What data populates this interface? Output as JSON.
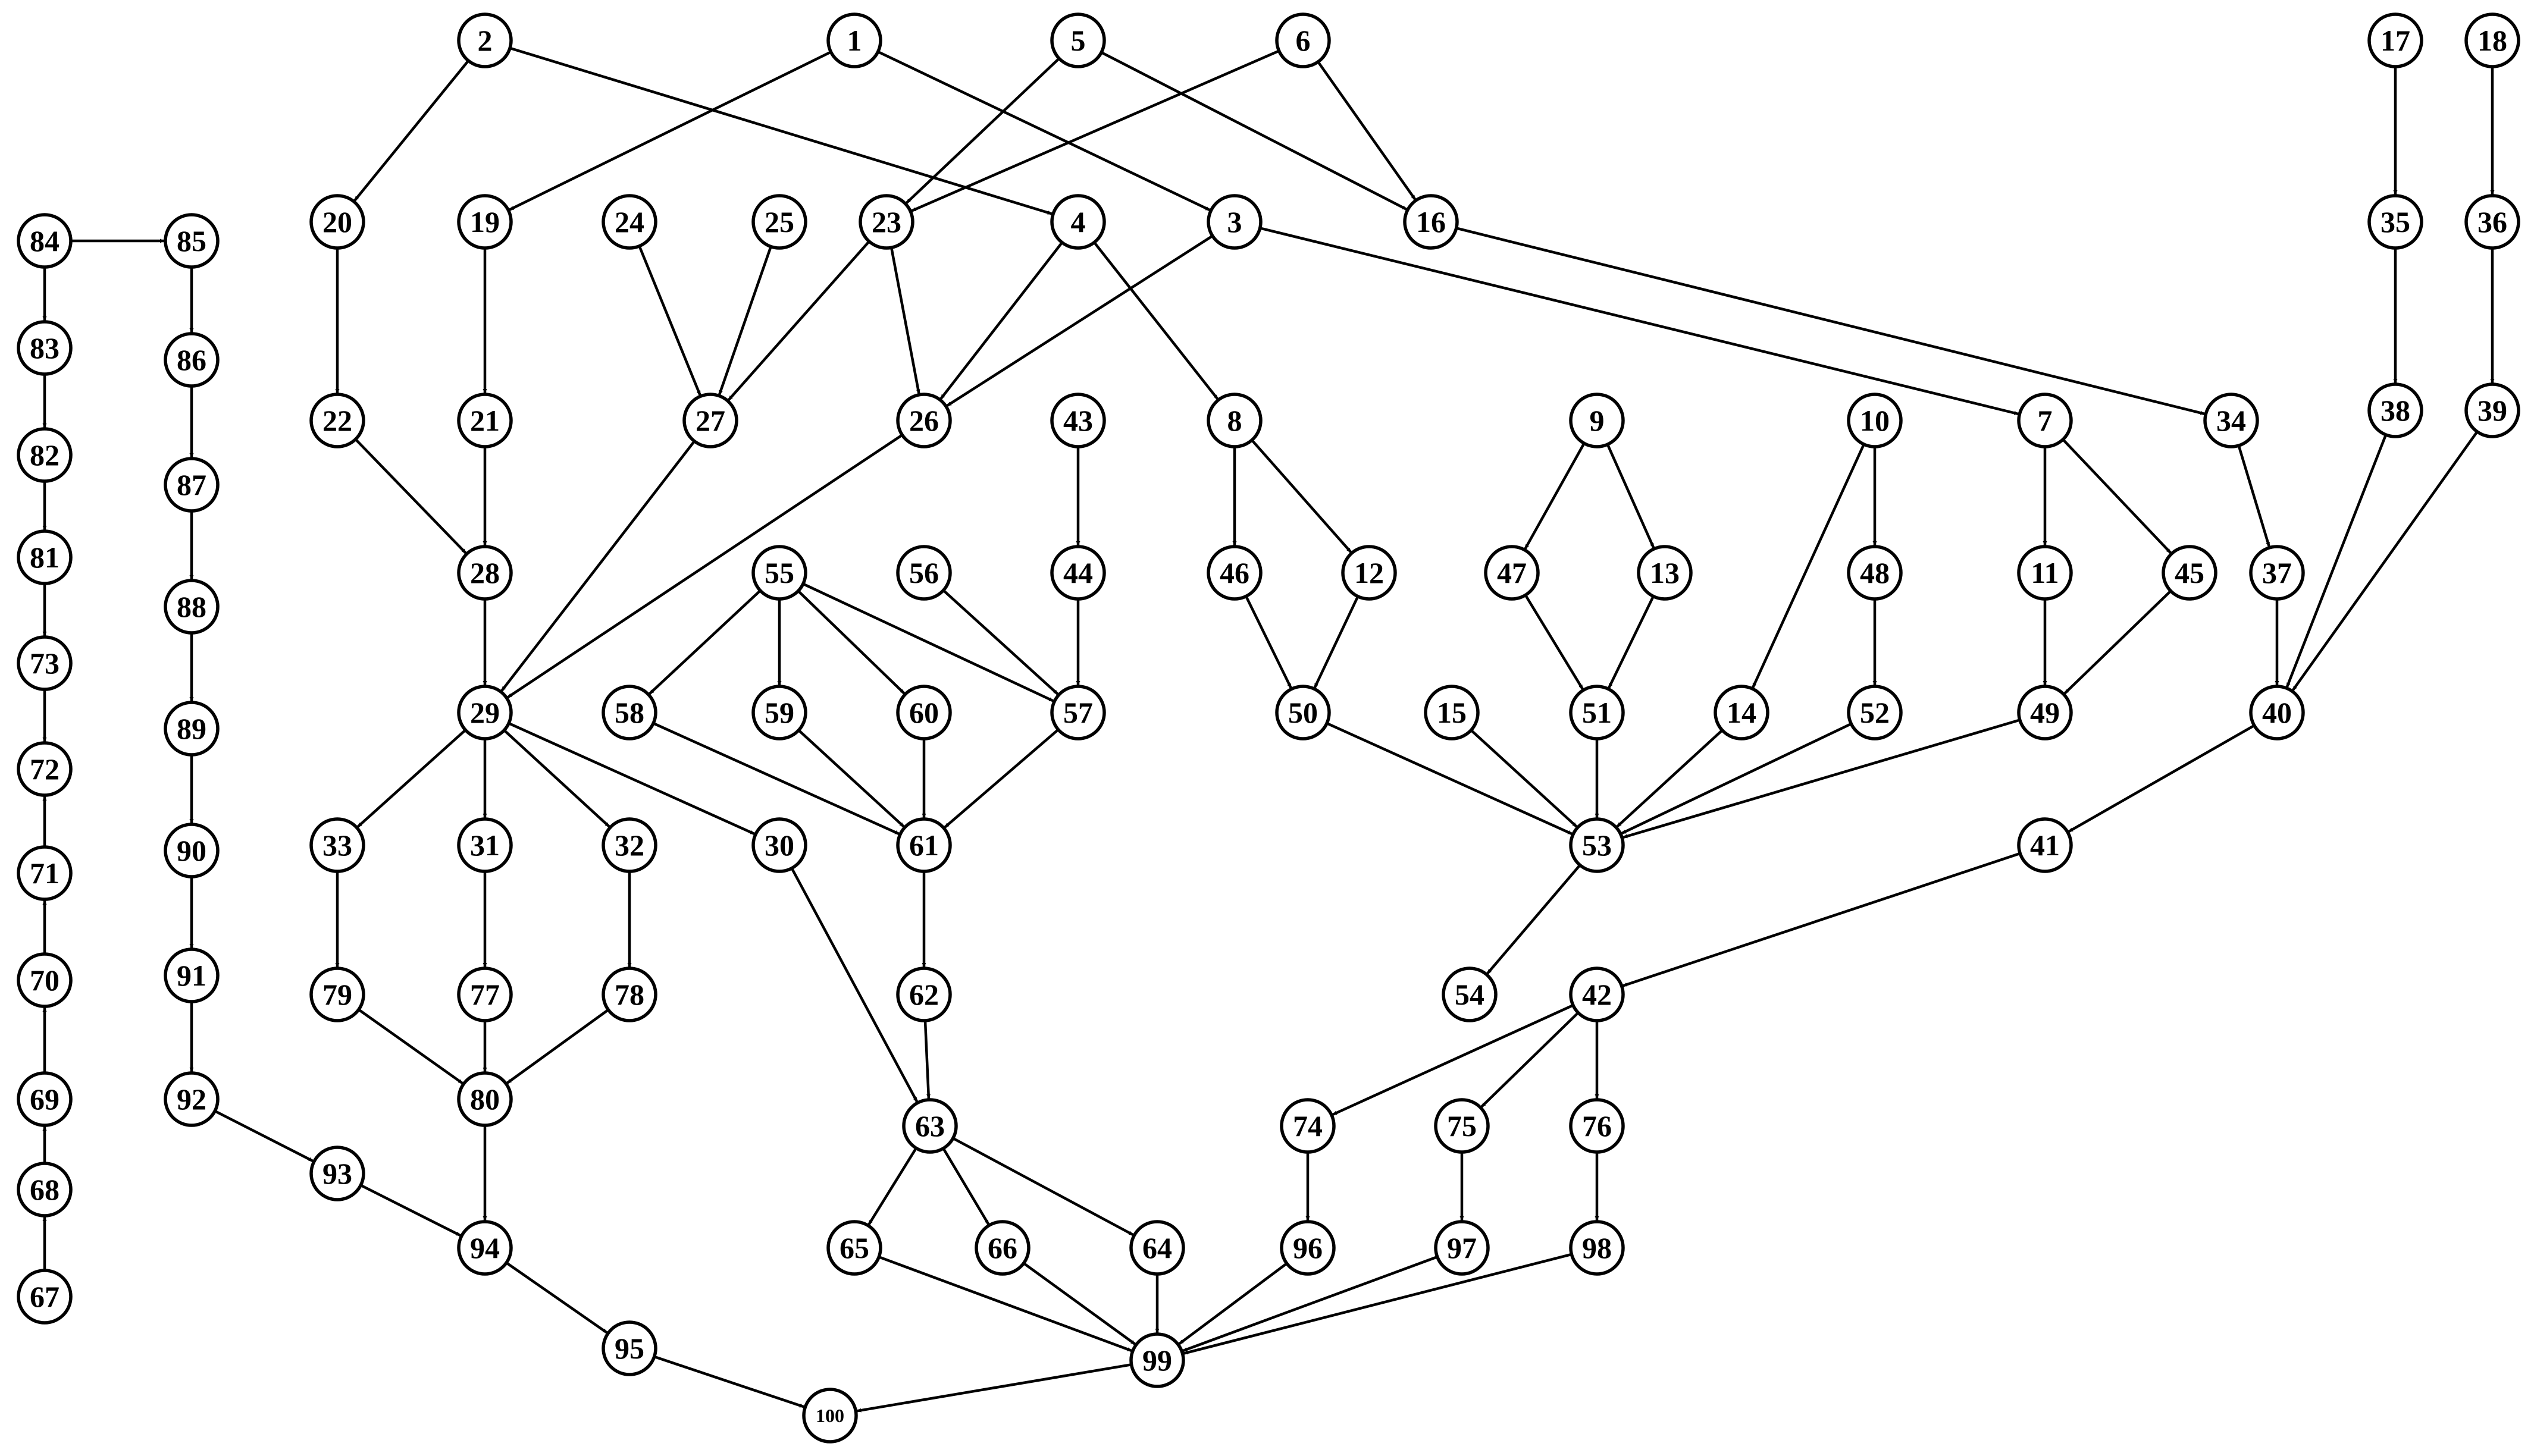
{
  "diagram": {
    "type": "directed-graph",
    "colors": {
      "node_fill": "#ffffff",
      "stroke": "#000000",
      "text": "#000000"
    },
    "nodes": [
      "1",
      "2",
      "3",
      "4",
      "5",
      "6",
      "7",
      "8",
      "9",
      "10",
      "11",
      "12",
      "13",
      "14",
      "15",
      "16",
      "17",
      "18",
      "19",
      "20",
      "21",
      "22",
      "23",
      "24",
      "25",
      "26",
      "27",
      "28",
      "29",
      "30",
      "31",
      "32",
      "33",
      "34",
      "35",
      "36",
      "37",
      "38",
      "39",
      "40",
      "41",
      "42",
      "43",
      "44",
      "45",
      "46",
      "47",
      "48",
      "49",
      "50",
      "51",
      "52",
      "53",
      "54",
      "55",
      "56",
      "57",
      "58",
      "59",
      "60",
      "61",
      "62",
      "63",
      "64",
      "65",
      "66",
      "67",
      "68",
      "69",
      "70",
      "71",
      "72",
      "73",
      "74",
      "75",
      "76",
      "77",
      "78",
      "79",
      "80",
      "81",
      "82",
      "83",
      "84",
      "85",
      "86",
      "87",
      "88",
      "89",
      "90",
      "91",
      "92",
      "93",
      "94",
      "95",
      "96",
      "97",
      "98",
      "99",
      "100"
    ],
    "edges": [
      [
        "2",
        "20"
      ],
      [
        "2",
        "4"
      ],
      [
        "1",
        "19"
      ],
      [
        "1",
        "3"
      ],
      [
        "5",
        "23"
      ],
      [
        "5",
        "16"
      ],
      [
        "6",
        "23"
      ],
      [
        "6",
        "16"
      ],
      [
        "20",
        "22"
      ],
      [
        "19",
        "21"
      ],
      [
        "24",
        "27"
      ],
      [
        "25",
        "27"
      ],
      [
        "23",
        "27"
      ],
      [
        "23",
        "26"
      ],
      [
        "4",
        "26"
      ],
      [
        "4",
        "8"
      ],
      [
        "3",
        "26"
      ],
      [
        "3",
        "7"
      ],
      [
        "16",
        "34"
      ],
      [
        "22",
        "28"
      ],
      [
        "21",
        "28"
      ],
      [
        "28",
        "29"
      ],
      [
        "27",
        "29"
      ],
      [
        "26",
        "29"
      ],
      [
        "43",
        "44"
      ],
      [
        "44",
        "57"
      ],
      [
        "56",
        "57"
      ],
      [
        "55",
        "58"
      ],
      [
        "55",
        "59"
      ],
      [
        "55",
        "60"
      ],
      [
        "55",
        "57"
      ],
      [
        "58",
        "61"
      ],
      [
        "59",
        "61"
      ],
      [
        "60",
        "61"
      ],
      [
        "57",
        "61"
      ],
      [
        "61",
        "62"
      ],
      [
        "62",
        "63"
      ],
      [
        "29",
        "33"
      ],
      [
        "29",
        "31"
      ],
      [
        "29",
        "32"
      ],
      [
        "29",
        "30"
      ],
      [
        "33",
        "79"
      ],
      [
        "31",
        "77"
      ],
      [
        "32",
        "78"
      ],
      [
        "79",
        "80"
      ],
      [
        "77",
        "80"
      ],
      [
        "78",
        "80"
      ],
      [
        "80",
        "94"
      ],
      [
        "30",
        "63"
      ],
      [
        "63",
        "65"
      ],
      [
        "63",
        "66"
      ],
      [
        "63",
        "64"
      ],
      [
        "65",
        "99"
      ],
      [
        "66",
        "99"
      ],
      [
        "64",
        "99"
      ],
      [
        "8",
        "46"
      ],
      [
        "8",
        "12"
      ],
      [
        "46",
        "50"
      ],
      [
        "12",
        "50"
      ],
      [
        "50",
        "53"
      ],
      [
        "9",
        "47"
      ],
      [
        "9",
        "13"
      ],
      [
        "47",
        "51"
      ],
      [
        "13",
        "51"
      ],
      [
        "51",
        "53"
      ],
      [
        "15",
        "53"
      ],
      [
        "10",
        "14"
      ],
      [
        "10",
        "48"
      ],
      [
        "48",
        "52"
      ],
      [
        "14",
        "53"
      ],
      [
        "52",
        "53"
      ],
      [
        "7",
        "11"
      ],
      [
        "7",
        "45"
      ],
      [
        "11",
        "49"
      ],
      [
        "45",
        "49"
      ],
      [
        "49",
        "53"
      ],
      [
        "53",
        "54"
      ],
      [
        "34",
        "37"
      ],
      [
        "37",
        "40"
      ],
      [
        "17",
        "35"
      ],
      [
        "35",
        "38"
      ],
      [
        "38",
        "40"
      ],
      [
        "18",
        "36"
      ],
      [
        "36",
        "39"
      ],
      [
        "39",
        "40"
      ],
      [
        "40",
        "41"
      ],
      [
        "41",
        "42"
      ],
      [
        "42",
        "74"
      ],
      [
        "42",
        "75"
      ],
      [
        "42",
        "76"
      ],
      [
        "74",
        "96"
      ],
      [
        "75",
        "97"
      ],
      [
        "76",
        "98"
      ],
      [
        "96",
        "99"
      ],
      [
        "97",
        "99"
      ],
      [
        "98",
        "99"
      ],
      [
        "99",
        "100"
      ],
      [
        "84",
        "85"
      ],
      [
        "84",
        "83"
      ],
      [
        "83",
        "82"
      ],
      [
        "82",
        "81"
      ],
      [
        "81",
        "73"
      ],
      [
        "73",
        "72"
      ],
      [
        "67",
        "68"
      ],
      [
        "68",
        "69"
      ],
      [
        "69",
        "70"
      ],
      [
        "70",
        "71"
      ],
      [
        "71",
        "72"
      ],
      [
        "85",
        "86"
      ],
      [
        "86",
        "87"
      ],
      [
        "87",
        "88"
      ],
      [
        "88",
        "89"
      ],
      [
        "89",
        "90"
      ],
      [
        "90",
        "91"
      ],
      [
        "91",
        "92"
      ],
      [
        "92",
        "93"
      ],
      [
        "93",
        "94"
      ],
      [
        "94",
        "95"
      ],
      [
        "95",
        "100"
      ]
    ]
  }
}
